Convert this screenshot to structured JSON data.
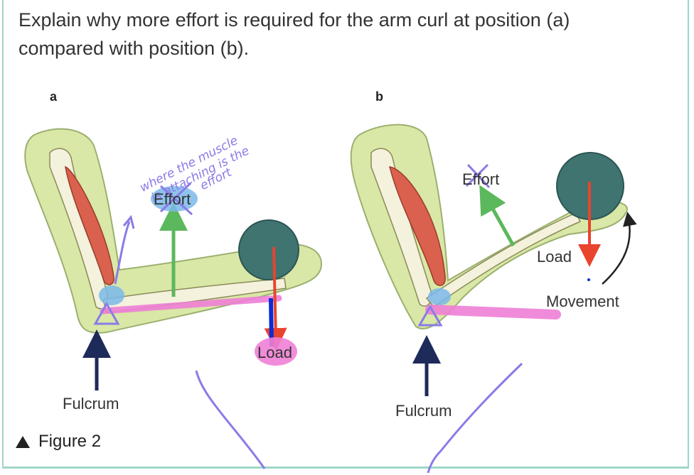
{
  "question": {
    "line1": "Explain why more effort is required for the arm curl at position (a)",
    "line2": "compared with position (b)."
  },
  "panel_a": {
    "label": "a",
    "effort_label": "Effort",
    "load_label": "Load",
    "fulcrum_label": "Fulcrum"
  },
  "panel_b": {
    "label": "b",
    "effort_label": "Effort",
    "load_label": "Load",
    "movement_label": "Movement",
    "fulcrum_label": "Fulcrum"
  },
  "annotation": {
    "line1": "where the muscle",
    "line2": "is attaching is the",
    "line3": "effort"
  },
  "caption": "Figure 2",
  "colors": {
    "skin": "#d9e8a6",
    "bone": "#f4f1dc",
    "muscle": "#d9614e",
    "ball": "#3f7470",
    "effort_arrow": "#5cb85c",
    "load_arrow": "#e8442e",
    "fulcrum_arrow": "#1e2a5a",
    "pen_purple": "#8a7be6",
    "highlight_pink": "#ef7fd6",
    "highlight_blue": "#7ab8ea",
    "frame": "#9fd6c8"
  }
}
